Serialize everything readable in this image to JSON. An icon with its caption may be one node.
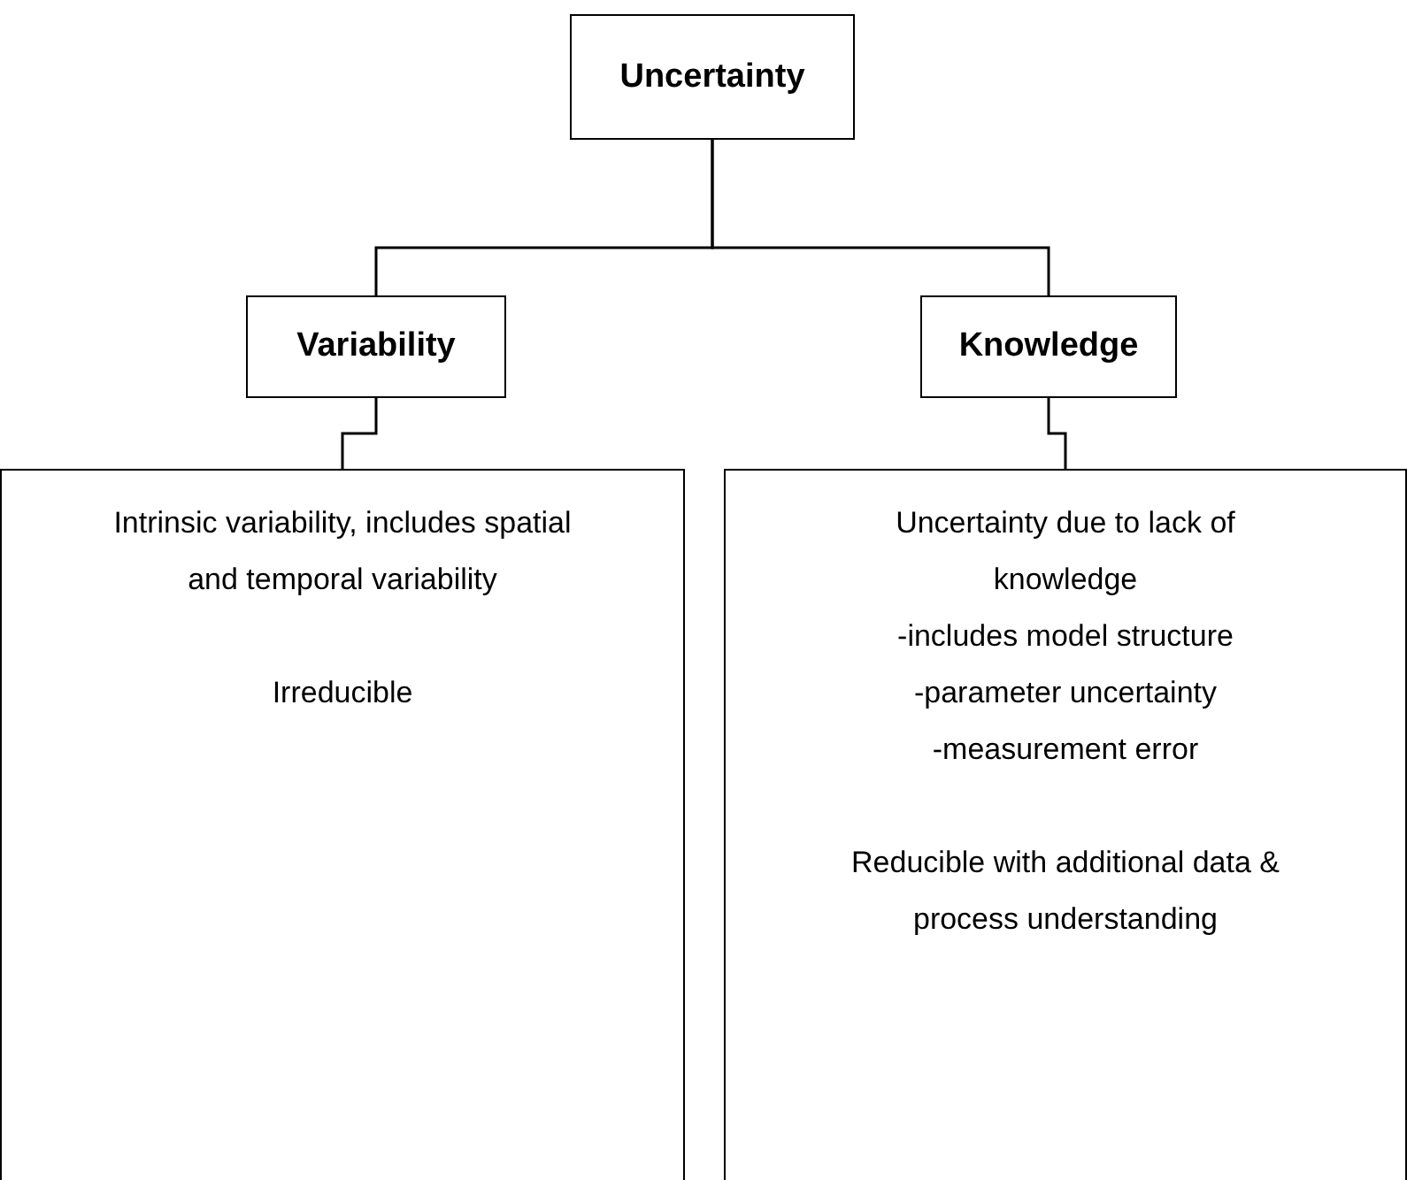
{
  "diagram": {
    "nodes": [
      {
        "text": [
          "Uncertainty"
        ]
      },
      {
        "text": [
          "Variability"
        ]
      },
      {
        "text": [
          "Knowledge"
        ]
      },
      {
        "text": [
          "Intrinsic variability, includes spatial and temporal variability",
          "Irreducible"
        ]
      },
      {
        "text": [
          "Uncertainty due to lack of knowledge",
          "-includes model structure",
          "-parameter uncertainty",
          "-measurement error",
          "Reducible with additional data & process understanding"
        ]
      }
    ],
    "edges": [
      {
        "from": 0,
        "to": 1,
        "arrow": "none"
      },
      {
        "from": 0,
        "to": 2,
        "arrow": "none"
      },
      {
        "from": 1,
        "to": 3,
        "arrow": "none"
      },
      {
        "from": 2,
        "to": 4,
        "arrow": "none"
      }
    ]
  }
}
